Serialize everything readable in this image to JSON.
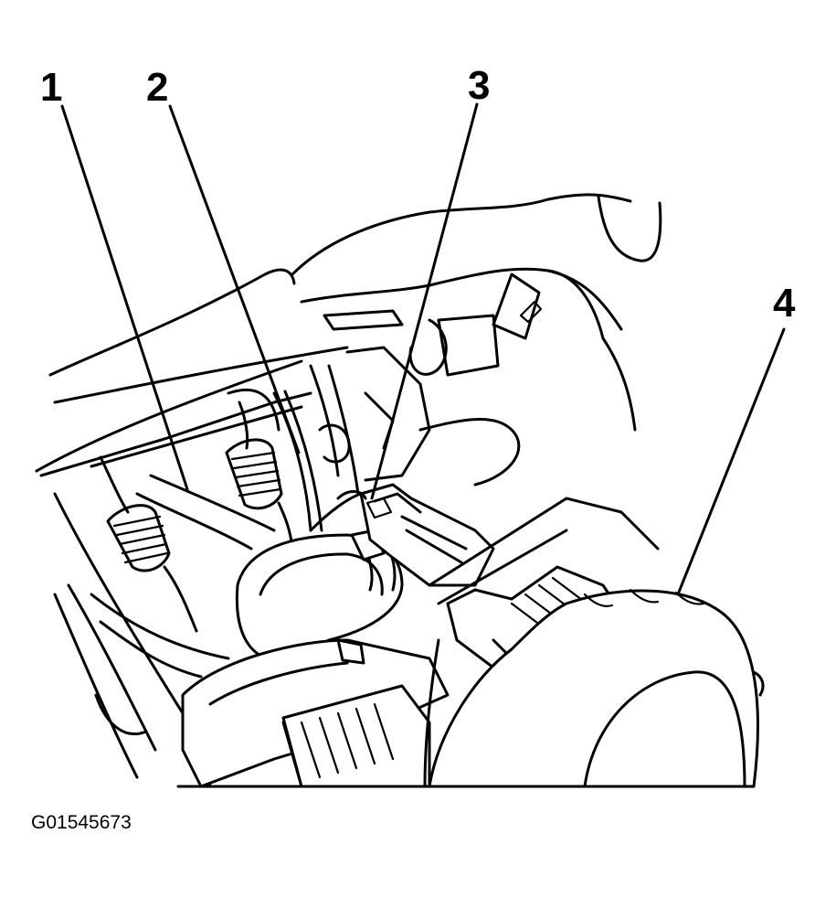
{
  "callouts": [
    {
      "id": "1",
      "label": "1"
    },
    {
      "id": "2",
      "label": "2"
    },
    {
      "id": "3",
      "label": "3"
    },
    {
      "id": "4",
      "label": "4"
    }
  ],
  "figure_id": "G01545673",
  "colors": {
    "ink": "#000000",
    "paper": "#ffffff"
  }
}
